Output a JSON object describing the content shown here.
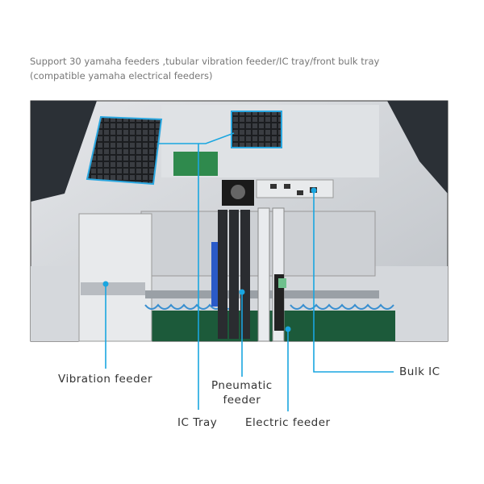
{
  "caption": {
    "line1": "Support 30 yamaha feeders ,tubular vibration feeder/IC tray/front bulk tray",
    "line2": "(compatible yamaha electrical feeders)"
  },
  "labels": {
    "vibration_feeder": "Vibration feeder",
    "ic_tray": "IC Tray",
    "pneumatic_feeder_line1": "Pneumatic",
    "pneumatic_feeder_line2": "feeder",
    "electric_feeder": "Electric feeder",
    "bulk_ic": "Bulk IC"
  },
  "colors": {
    "callout": "#1aa6e0",
    "machine": "#c9ccd0",
    "pcb": "#1c5a3a"
  }
}
